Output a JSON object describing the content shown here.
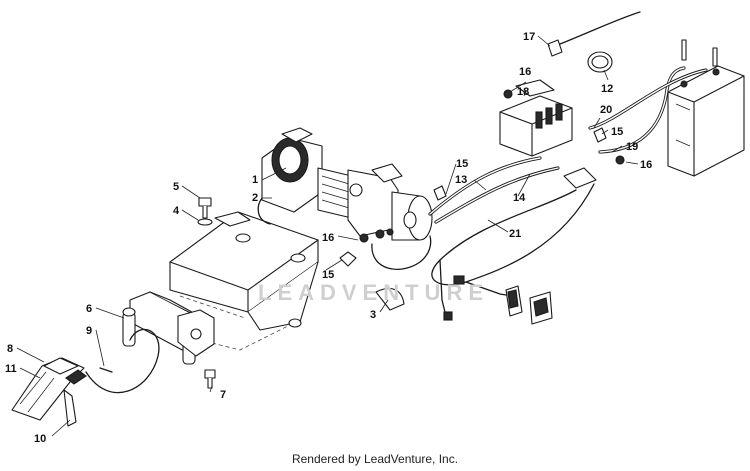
{
  "watermark": "LEADVENTURE",
  "footer": "Rendered by LeadVenture, Inc.",
  "callouts": [
    {
      "id": "1",
      "label": "1"
    },
    {
      "id": "2",
      "label": "2"
    },
    {
      "id": "3",
      "label": "3"
    },
    {
      "id": "4",
      "label": "4"
    },
    {
      "id": "5",
      "label": "5"
    },
    {
      "id": "6",
      "label": "6"
    },
    {
      "id": "7",
      "label": "7"
    },
    {
      "id": "8",
      "label": "8"
    },
    {
      "id": "9",
      "label": "9"
    },
    {
      "id": "10",
      "label": "10"
    },
    {
      "id": "11",
      "label": "11"
    },
    {
      "id": "12",
      "label": "12"
    },
    {
      "id": "13",
      "label": "13"
    },
    {
      "id": "14",
      "label": "14"
    },
    {
      "id": "15a",
      "label": "15"
    },
    {
      "id": "15b",
      "label": "15"
    },
    {
      "id": "15c",
      "label": "15"
    },
    {
      "id": "16a",
      "label": "16"
    },
    {
      "id": "16b",
      "label": "16"
    },
    {
      "id": "16c",
      "label": "16"
    },
    {
      "id": "17",
      "label": "17"
    },
    {
      "id": "18",
      "label": "18"
    },
    {
      "id": "19",
      "label": "19"
    },
    {
      "id": "20",
      "label": "20"
    },
    {
      "id": "21",
      "label": "21"
    }
  ]
}
